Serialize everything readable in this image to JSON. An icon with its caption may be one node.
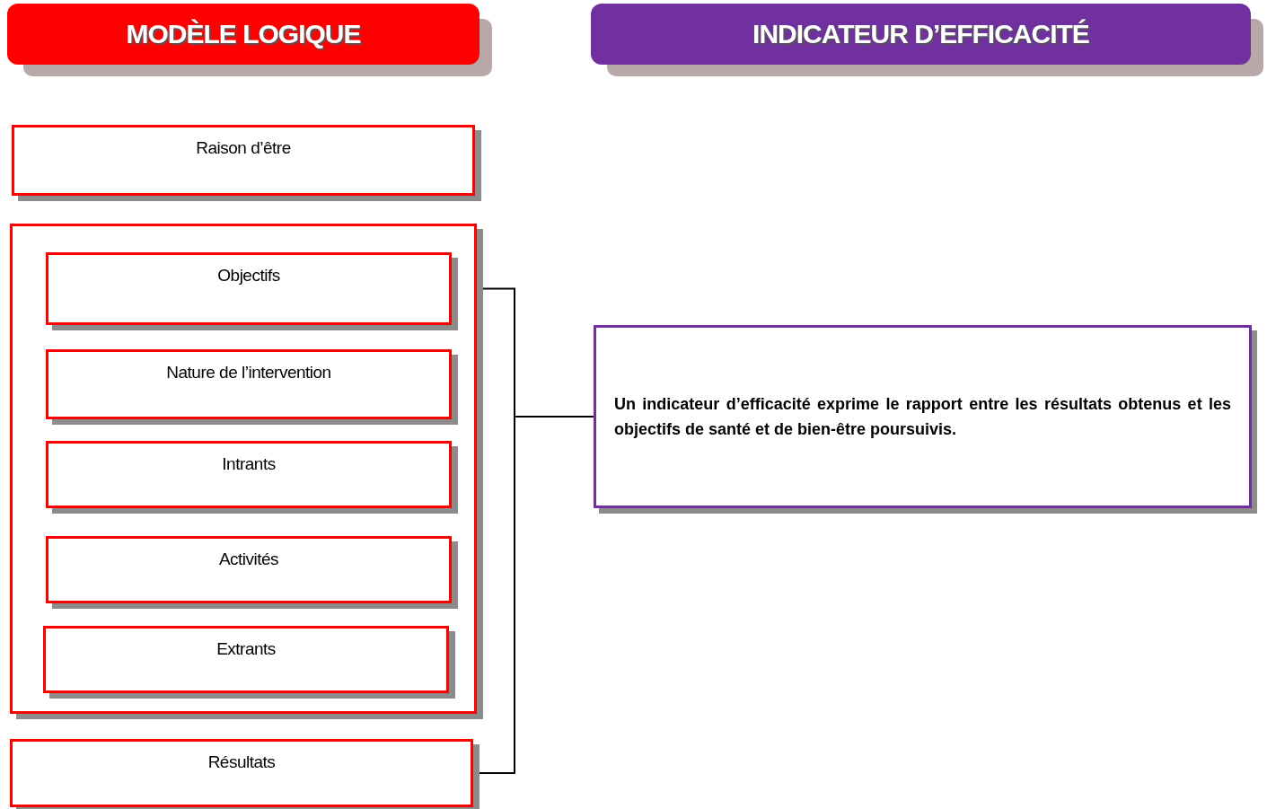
{
  "diagram": {
    "nodes": [
      {
        "text": [
          "MODÈLE LOGIQUE"
        ]
      },
      {
        "text": [
          "INDICATEUR D’EFFICACITÉ"
        ]
      },
      {
        "text": [
          "Raison d’être"
        ]
      },
      {
        "text": [],
        "shape": "box"
      },
      {
        "text": [
          "Objectifs"
        ],
        "in": 3
      },
      {
        "text": [
          "Nature de l’intervention"
        ],
        "in": 3
      },
      {
        "text": [
          "Intrants"
        ],
        "in": 3
      },
      {
        "text": [
          "Activités"
        ],
        "in": 3
      },
      {
        "text": [
          "Extrants"
        ],
        "in": 3
      },
      {
        "text": [
          "Résultats"
        ]
      },
      {
        "text": [
          "Un indicateur d’efficacité exprime le rapport entre les résultats obtenus et les objectifs de santé et de bien-être poursuivis."
        ]
      }
    ],
    "edges": [
      {
        "from": 4,
        "to": 10,
        "arrow": "none"
      },
      {
        "from": 9,
        "to": 10,
        "arrow": "none"
      }
    ]
  }
}
